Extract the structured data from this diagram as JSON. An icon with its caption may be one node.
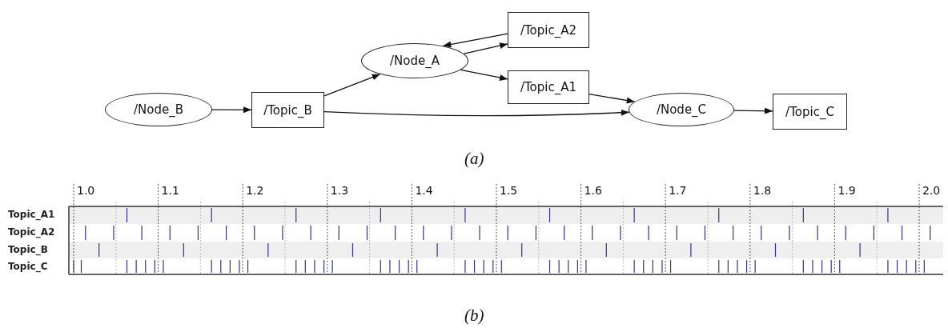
{
  "diagram": {
    "nodes": [
      {
        "text": [
          "/Node_B"
        ]
      },
      {
        "text": [
          "/Topic_B"
        ]
      },
      {
        "text": [
          "/Node_A"
        ]
      },
      {
        "text": [
          "/Topic_A2"
        ]
      },
      {
        "text": [
          "/Topic_A1"
        ]
      },
      {
        "text": [
          "/Node_C"
        ]
      },
      {
        "text": [
          "/Topic_C"
        ]
      }
    ],
    "edges": [
      {
        "from": 0,
        "to": 1,
        "arrow": "to"
      },
      {
        "from": 1,
        "to": 2,
        "arrow": "to"
      },
      {
        "from": 1,
        "to": 5,
        "arrow": "to"
      },
      {
        "from": 3,
        "to": 2,
        "arrow": "to"
      },
      {
        "from": 2,
        "to": 3,
        "arrow": "to"
      },
      {
        "from": 2,
        "to": 4,
        "arrow": "to"
      },
      {
        "from": 4,
        "to": 5,
        "arrow": "to"
      },
      {
        "from": 5,
        "to": 6,
        "arrow": "to"
      }
    ],
    "labels": [
      "(a)",
      "1.0",
      "1.1",
      "1.2",
      "1.3",
      "1.4",
      "1.5",
      "1.6",
      "1.7",
      "1.8",
      "1.9",
      "2.0",
      "Topic_A1",
      "Topic_A2",
      "Topic_B",
      "Topic_C",
      "(b)"
    ]
  }
}
